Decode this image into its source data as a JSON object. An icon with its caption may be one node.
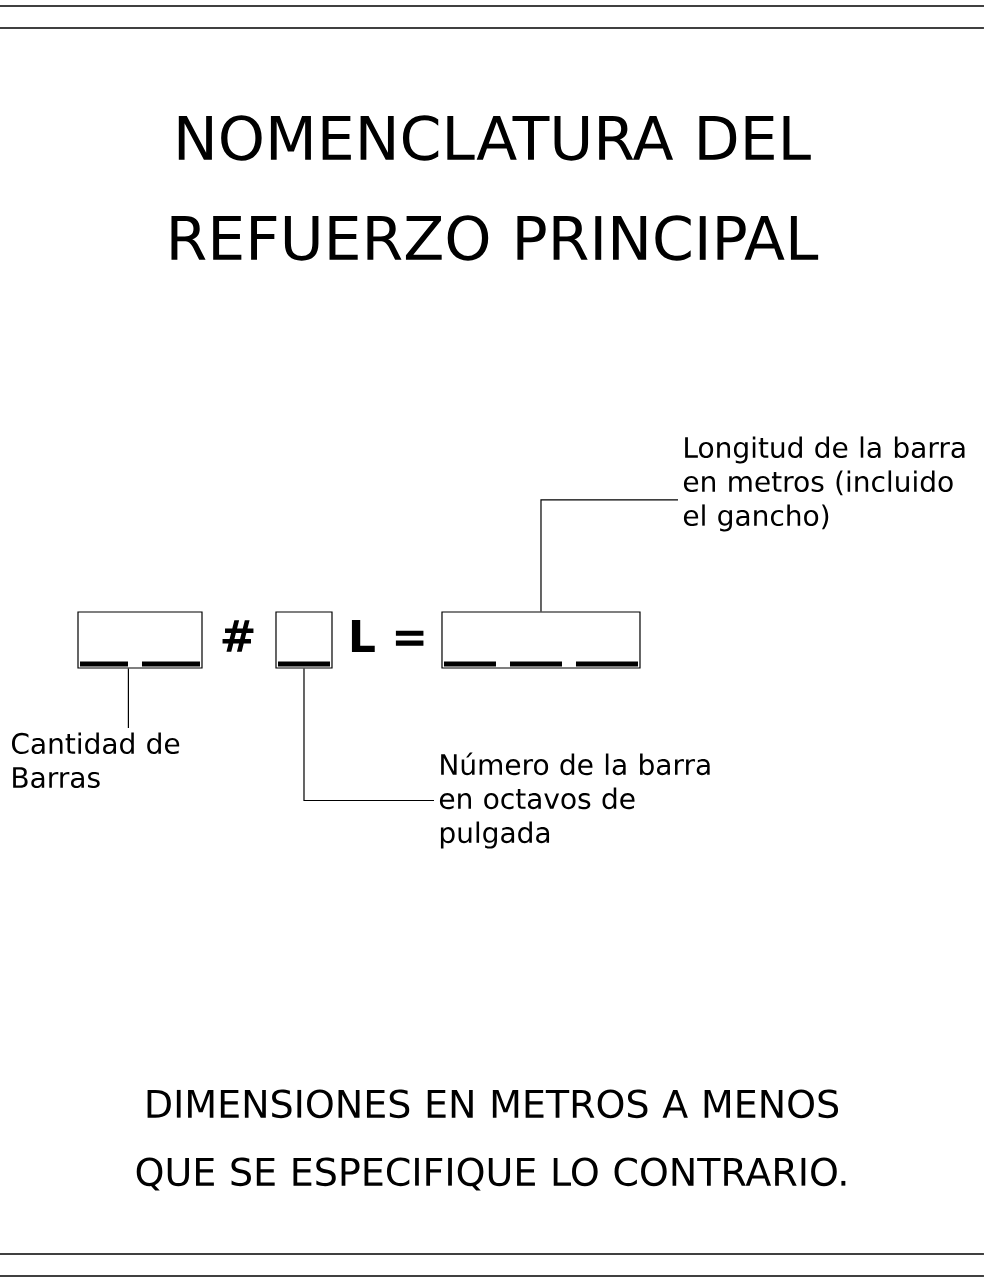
{
  "diagram": {
    "title": "NOMENCLATURA DEL REFUERZO PRINCIPAL",
    "nodes": [
      {
        "text": [
          "Longitud de la barra en metros (incluido el gancho)"
        ]
      },
      {
        "text": [],
        "shape": "box"
      },
      {
        "text": [],
        "shape": "box"
      },
      {
        "text": [],
        "shape": "box"
      },
      {
        "text": [
          "Cantidad de Barras"
        ]
      },
      {
        "text": [
          "Número de la barra en octavos de pulgada"
        ]
      }
    ],
    "edges": [
      {
        "from": 0,
        "to": 3,
        "arrow": "none"
      },
      {
        "from": 4,
        "to": 1,
        "arrow": "none"
      },
      {
        "from": 5,
        "to": 2,
        "arrow": "none"
      }
    ],
    "labels": [
      "#",
      "L =",
      "DIMENSIONES EN METROS A MENOS QUE SE ESPECIFIQUE LO CONTRARIO."
    ]
  }
}
